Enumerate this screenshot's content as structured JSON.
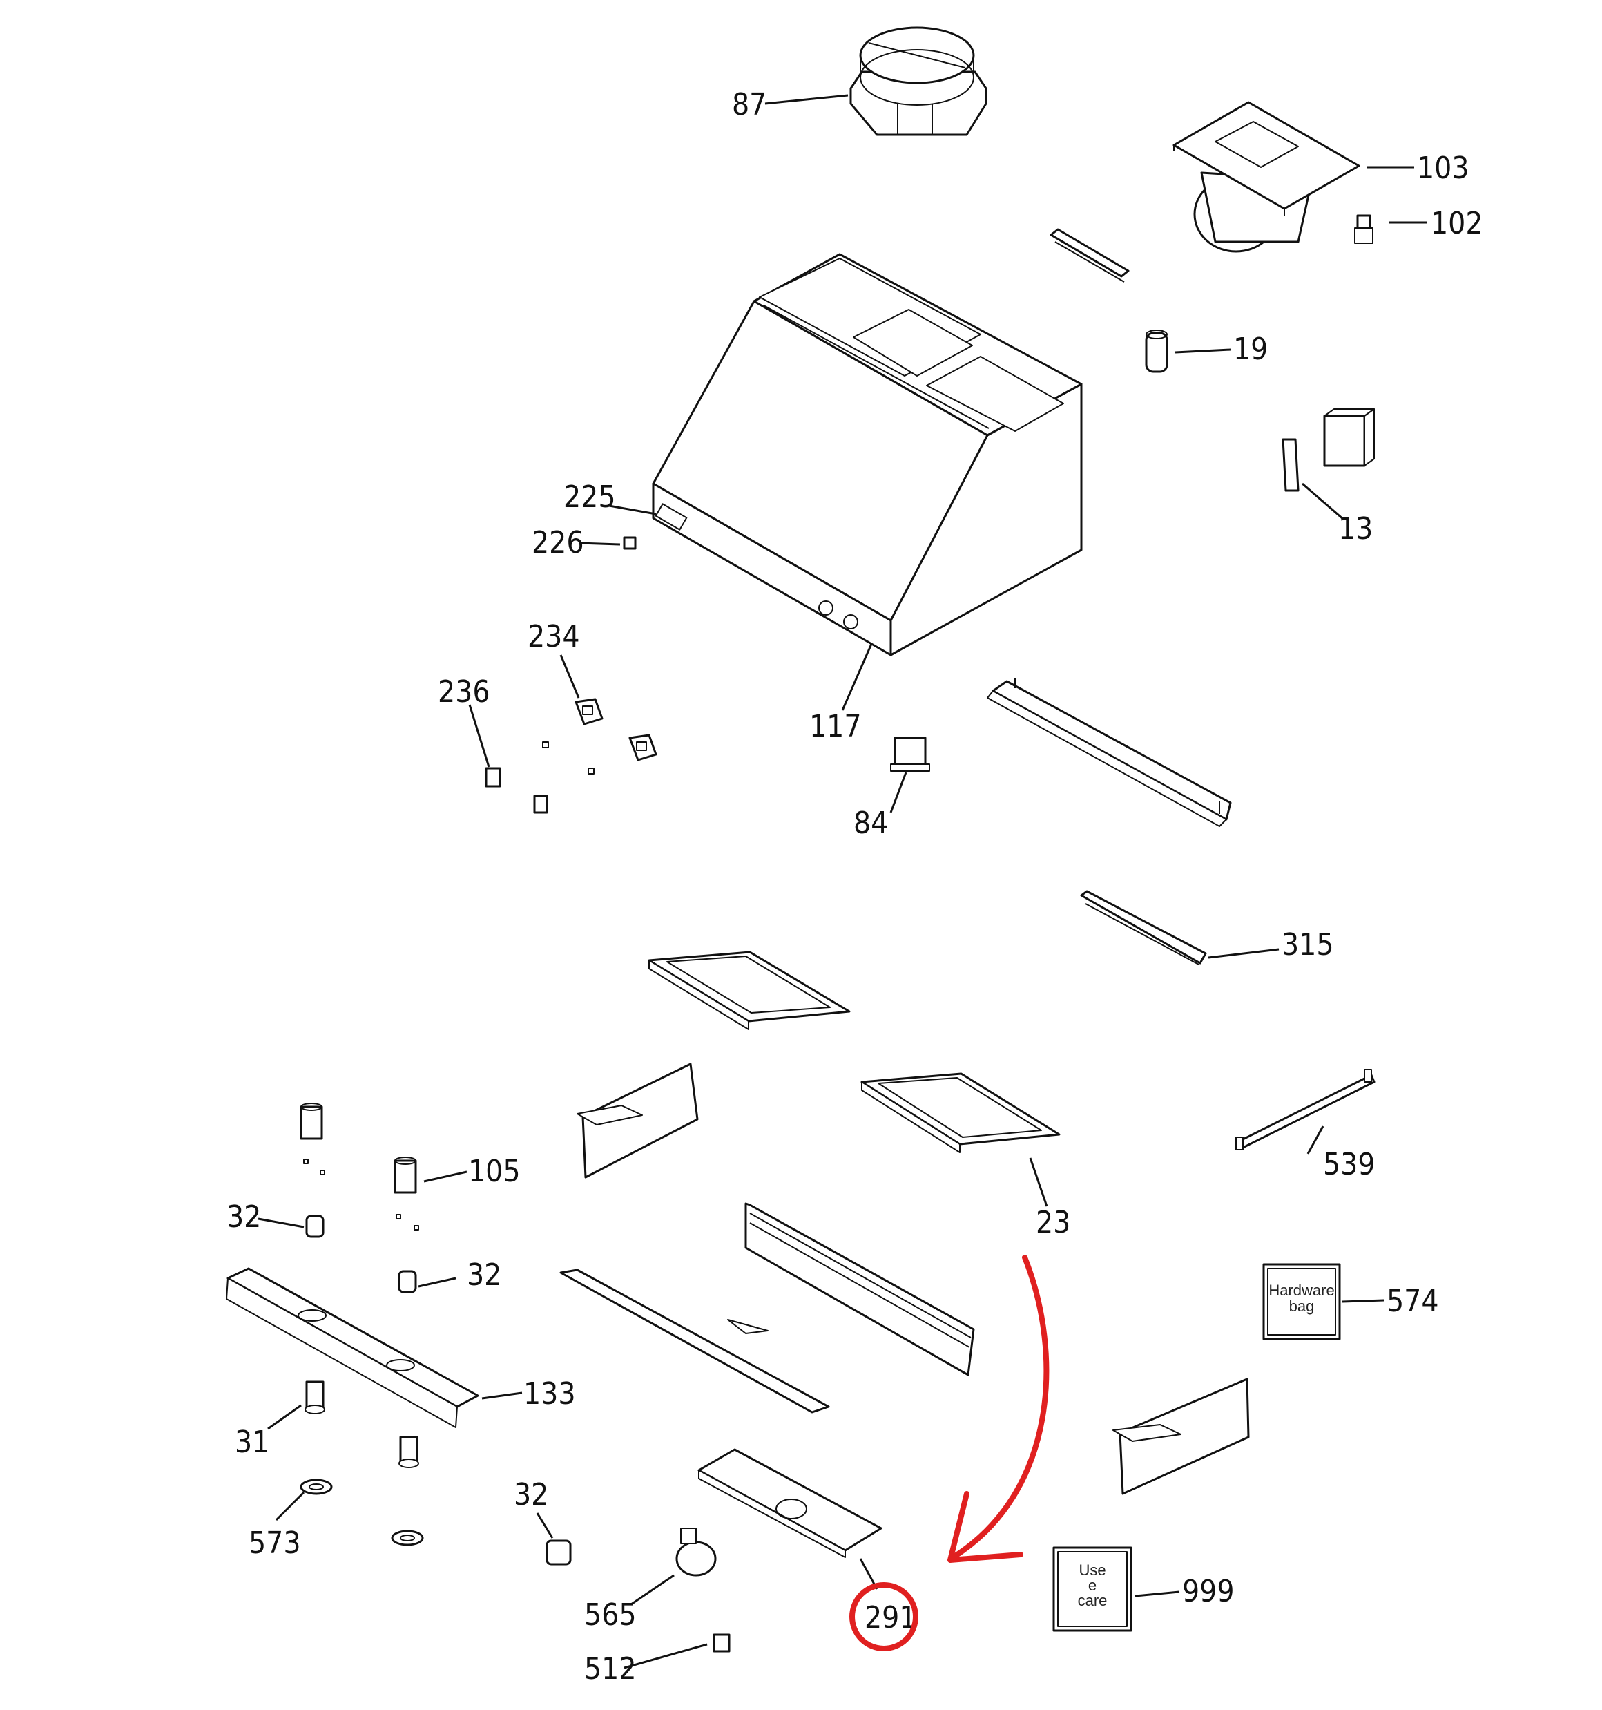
{
  "callouts": {
    "c87": "87",
    "c103": "103",
    "c102": "102",
    "c19": "19",
    "c13": "13",
    "c225": "225",
    "c226": "226",
    "c234": "234",
    "c236": "236",
    "c117": "117",
    "c84": "84",
    "c315": "315",
    "c539": "539",
    "c23": "23",
    "c105": "105",
    "c32a": "32",
    "c32b": "32",
    "c32c": "32",
    "c574": "574",
    "c133": "133",
    "c31": "31",
    "c573": "573",
    "c565": "565",
    "c291": "291",
    "c999": "999",
    "c512": "512"
  },
  "box_text": {
    "hardware_line1": "Hardware",
    "hardware_line2": "bag",
    "use_line1": "Use",
    "use_line2": "e",
    "use_line3": "care"
  },
  "highlight": {
    "part": "291",
    "color": "#e02020"
  }
}
